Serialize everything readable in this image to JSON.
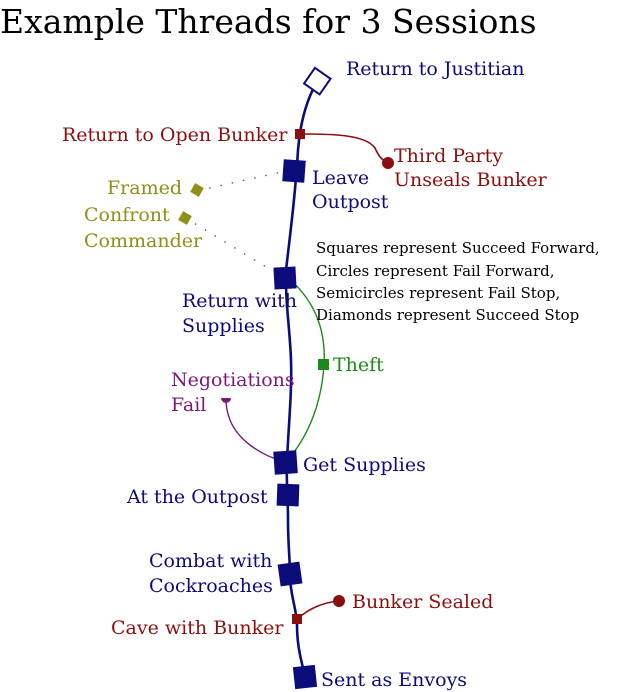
{
  "title": "Example Threads for 3 Sessions",
  "colors": {
    "main": "#0b0b7a",
    "red": "#8b0f0f",
    "olive": "#8f8f1a",
    "green": "#1a8a1a",
    "purple": "#7a1a7a",
    "text": "#000000"
  },
  "nodes": {
    "return_justitian": "Return to Justitian",
    "return_open_bunker": "Return to Open Bunker",
    "third_party_line1": "Third Party",
    "third_party_line2": "Unseals Bunker",
    "leave_outpost_line1": "Leave",
    "leave_outpost_line2": "Outpost",
    "framed": "Framed",
    "confront_line1": "Confront",
    "confront_line2": "Commander",
    "return_supplies_line1": "Return with",
    "return_supplies_line2": "Supplies",
    "theft": "Theft",
    "negotiations_line1": "Negotiations",
    "negotiations_line2": "Fail",
    "get_supplies": "Get Supplies",
    "at_outpost": "At the Outpost",
    "combat_line1": "Combat with",
    "combat_line2": "Cockroaches",
    "bunker_sealed": "Bunker Sealed",
    "cave_bunker": "Cave with Bunker",
    "sent_envoys": "Sent as Envoys"
  },
  "legend": [
    "Squares represent Succeed Forward,",
    "Circles represent Fail Forward,",
    "Semicircles represent Fail Stop,",
    "Diamonds represent Succeed Stop"
  ]
}
